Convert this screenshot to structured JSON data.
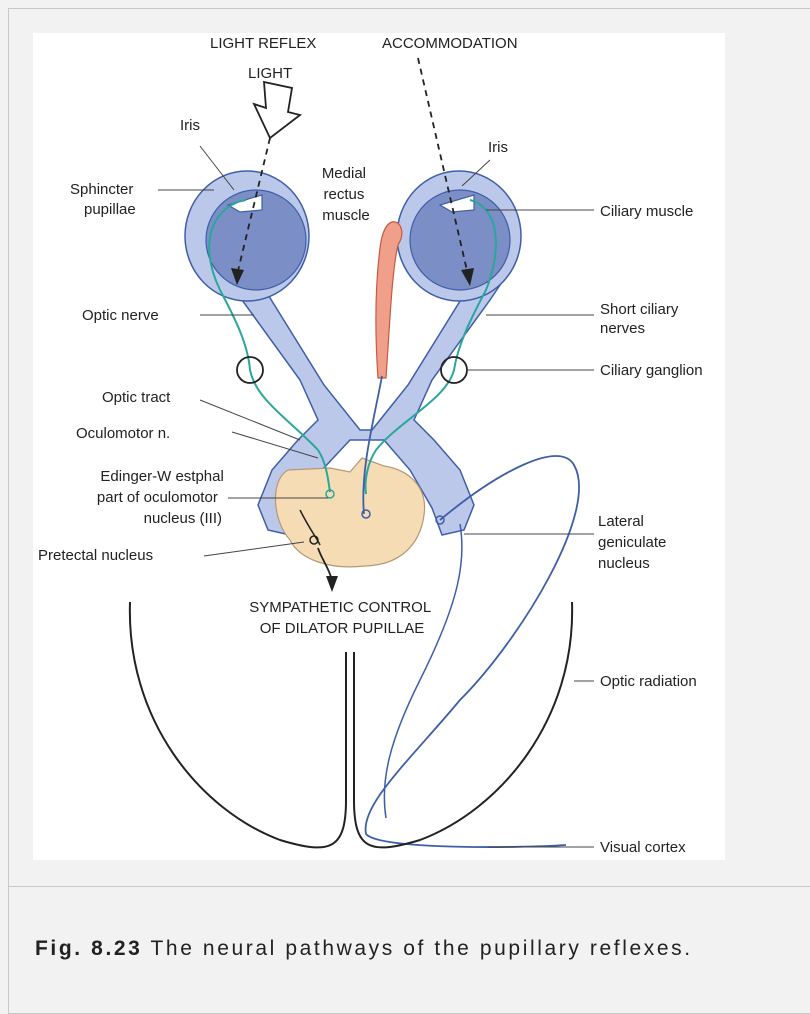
{
  "figure": {
    "headings": {
      "light_reflex": "LIGHT REFLEX",
      "accommodation": "ACCOMMODATION",
      "light": "LIGHT"
    },
    "labels": {
      "iris_left": "Iris",
      "iris_right": "Iris",
      "sphincter": [
        "Sphincter",
        "pupillae"
      ],
      "medial_rectus": [
        "Medial",
        "rectus",
        "muscle"
      ],
      "ciliary_muscle": "Ciliary muscle",
      "optic_nerve": "Optic nerve",
      "short_ciliary": [
        "Short ciliary",
        "nerves"
      ],
      "ciliary_ganglion": "Ciliary ganglion",
      "optic_tract": "Optic tract",
      "oculomotor": "Oculomotor n.",
      "edinger": [
        "Edinger-W estphal",
        "part of oculomotor",
        "nucleus (III)"
      ],
      "lateral_geniculate": [
        "Lateral",
        "geniculate",
        "nucleus"
      ],
      "pretectal": "Pretectal nucleus",
      "sympathetic": [
        "SYMPATHETIC CONTROL",
        "OF DILATOR PUPILLAE"
      ],
      "optic_radiation": "Optic radiation",
      "visual_cortex": "Visual cortex"
    },
    "colors": {
      "eye_fill": "#bcc8ea",
      "lens_fill": "#7b8ec6",
      "muscle_fill": "#ef9f8a",
      "nucleus_fill": "#f6dcb4",
      "nerve_green": "#2aa79a",
      "path_blue": "#3e5fa8"
    }
  },
  "caption": {
    "label": "Fig. 8.23",
    "text": "The neural pathways of the pupillary reflexes."
  }
}
